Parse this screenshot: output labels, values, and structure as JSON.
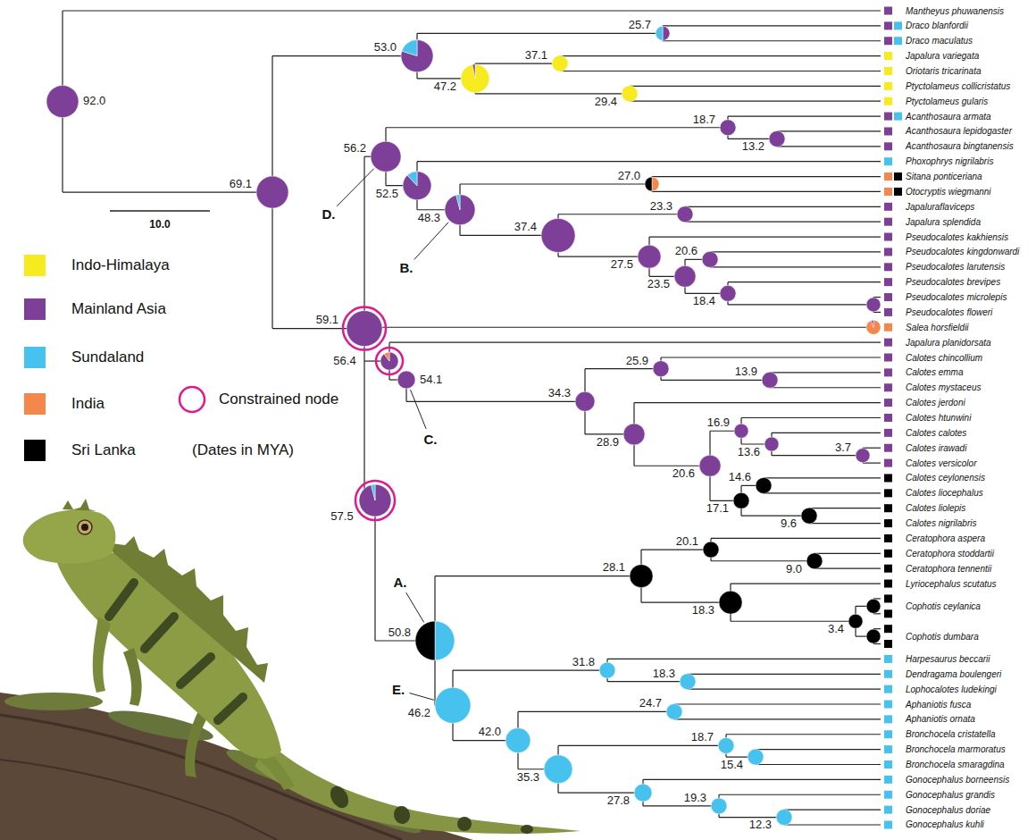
{
  "diagram": {
    "labels": [
      "Mantheyus phuwanensis",
      "Draco blanfordii",
      "Draco maculatus",
      "Japalura variegata",
      "Oriotaris tricarinata",
      "Ptyctolameus collicristatus",
      "Ptyctolameus gularis",
      "Acanthosaura armata",
      "Acanthosaura lepidogaster",
      "Acanthosaura bingtanensis",
      "Phoxophrys nigrilabris",
      "Sitana ponticeriana",
      "Otocryptis wiegmanni",
      "Japaluraflaviceps",
      "Japalura splendida",
      "Pseudocalotes kakhiensis",
      "Pseudocalotes kingdonwardi",
      "Pseudocalotes larutensis",
      "Pseudocalotes brevipes",
      "Pseudocalotes microlepis",
      "Pseudocalotes floweri",
      "Salea horsfieldii",
      "Japalura planidorsata",
      "Calotes chincollium",
      "Calotes emma",
      "Calotes mystaceus",
      "Calotes jerdoni",
      "Calotes htunwini",
      "Calotes calotes",
      "Calotes irawadi",
      "Calotes versicolor",
      "Calotes ceylonensis",
      "Calotes liocephalus",
      "Calotes liolepis",
      "Calotes nigrilabris",
      "Ceratophora aspera",
      "Ceratophora stoddartii",
      "Ceratophora tennentii",
      "Lyriocephalus scutatus",
      "Cophotis ceylanica",
      "Cophotis dumbara",
      "Harpesaurus beccarii",
      "Dendragama boulengeri",
      "Lophocalotes ludekingi",
      "Aphaniotis fusca",
      "Aphaniotis ornata",
      "Bronchocela cristatella",
      "Bronchocela marmoratus",
      "Bronchocela smaragdina",
      "Gonocephalus borneensis",
      "Gonocephalus grandis",
      "Gonocephalus doriae",
      "Gonocephalus kuhli",
      "92.0",
      "69.1",
      "53.0",
      "25.7",
      "47.2",
      "37.1",
      "29.4",
      "56.2",
      "18.7",
      "13.2",
      "52.5",
      "48.3",
      "27.0",
      "37.4",
      "23.3",
      "27.5",
      "20.6",
      "23.5",
      "18.4",
      "59.1",
      "56.4",
      "54.1",
      "34.3",
      "25.9",
      "13.9",
      "28.9",
      "20.6",
      "16.9",
      "13.6",
      "3.7",
      "17.1",
      "14.6",
      "9.6",
      "57.5",
      "50.8",
      "28.1",
      "20.1",
      "9.0",
      "18.3",
      "3.4",
      "46.2",
      "31.8",
      "18.3",
      "42.0",
      "24.7",
      "35.3",
      "18.7",
      "15.4",
      "27.8",
      "19.3",
      "12.3",
      "D.",
      "B.",
      "C.",
      "A.",
      "E.",
      "10.0",
      "(Dates in MYA)"
    ],
    "legend": [
      {
        "text": "Indo-Himalaya",
        "color": "#f7ea1e"
      },
      {
        "text": "Mainland Asia",
        "color": "#7d3f98"
      },
      {
        "text": "Sundaland",
        "color": "#47c2ef"
      },
      {
        "text": "India",
        "color": "#f4874b"
      },
      {
        "text": "Sri Lanka",
        "color": "#000000"
      },
      {
        "text": "Constrained node"
      }
    ]
  }
}
